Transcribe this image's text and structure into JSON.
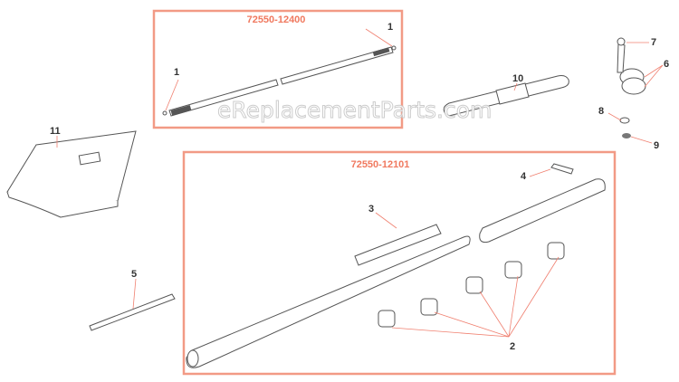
{
  "kits": [
    {
      "part_number": "72550-12400"
    },
    {
      "part_number": "72550-12101"
    }
  ],
  "callouts": {
    "c1a": "1",
    "c1b": "1",
    "c2": "2",
    "c3": "3",
    "c4": "4",
    "c5": "5",
    "c6": "6",
    "c7": "7",
    "c8": "8",
    "c9": "9",
    "c10": "10",
    "c11": "11"
  },
  "watermark": "eReplacementParts.com",
  "colors": {
    "kit_box": "#f29a85",
    "kit_label": "#f0795f",
    "leader": "#f08070"
  }
}
